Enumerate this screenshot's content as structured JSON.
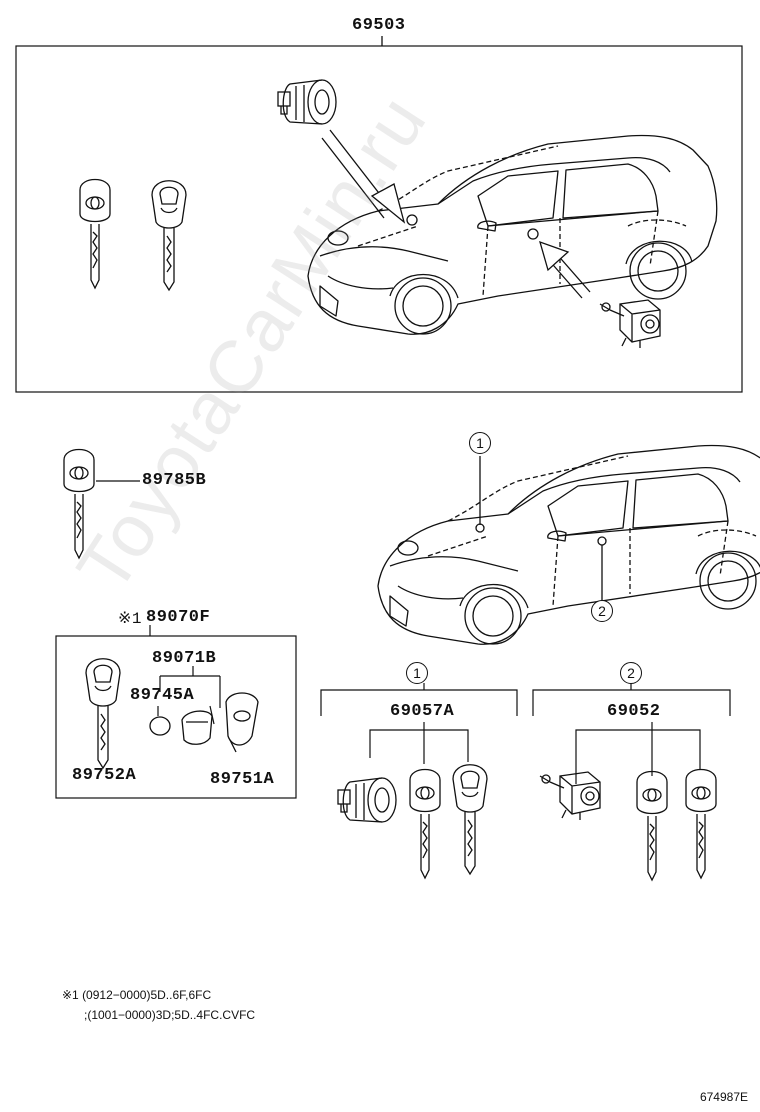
{
  "labels": {
    "assy_main": "69503",
    "key_89785B": "89785B",
    "note_mark": "※1",
    "transmitter_assy": "89070F",
    "housing": "89071B",
    "battery": "89745A",
    "key_blank": "89752A",
    "cover": "89751A",
    "circle_1": "1",
    "circle_2": "2",
    "circle_1b": "1",
    "circle_2b": "2",
    "set_69057A": "69057A",
    "set_69052": "69052"
  },
  "notes": {
    "line1": "※1 (0912−0000)5D..6F,6FC",
    "line2": ";(1001−0000)3D;5D..4FC.CVFC"
  },
  "image_id": "674987E",
  "watermark": "ToyotaCarMin.ru",
  "colors": {
    "line": "#111111",
    "watermark": "#969696"
  }
}
